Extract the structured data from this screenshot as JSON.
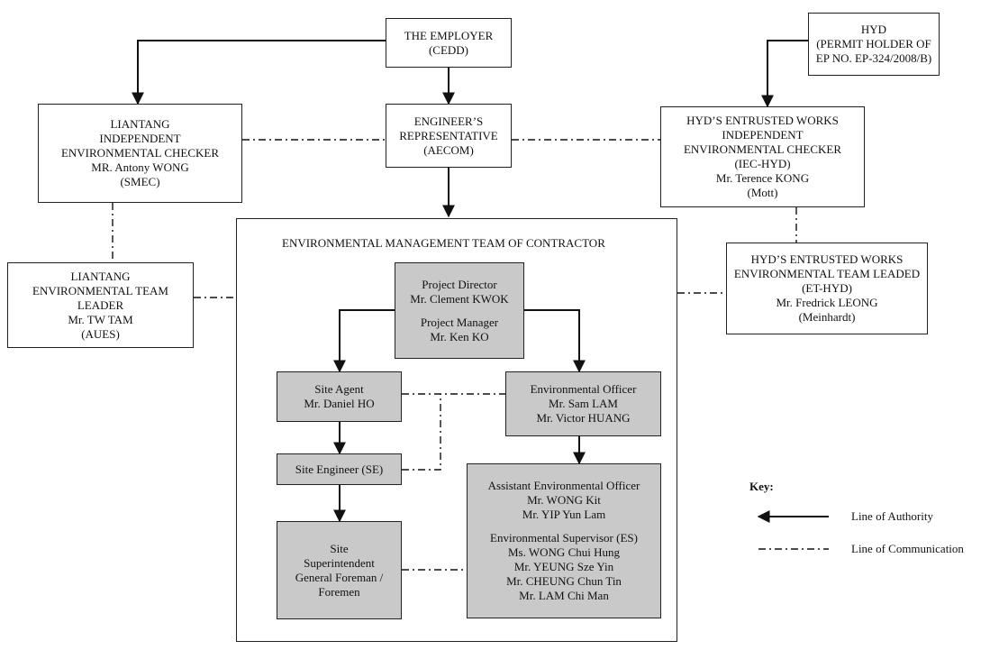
{
  "employer": {
    "line1": "THE EMPLOYER",
    "line2": "(CEDD)"
  },
  "hyd": {
    "line1": "HYD",
    "line2": "(PERMIT HOLDER OF",
    "line3": "EP NO. EP-324/2008/B)"
  },
  "liantang_iec": {
    "line1": "LIANTANG",
    "line2": "INDEPENDENT",
    "line3": "ENVIRONMENTAL CHECKER",
    "line4": "MR. Antony WONG",
    "line5": "(SMEC)"
  },
  "engineer_rep": {
    "line1": "ENGINEER’S",
    "line2": "REPRESENTATIVE",
    "line3": "(AECOM)"
  },
  "hyd_iec": {
    "line1": "HYD’S ENTRUSTED WORKS",
    "line2": "INDEPENDENT",
    "line3": "ENVIRONMENTAL CHECKER",
    "line4": "(IEC-HYD)",
    "line5": "Mr. Terence KONG",
    "line6": "(Mott)"
  },
  "liantang_et": {
    "line1": "LIANTANG",
    "line2": "ENVIRONMENTAL TEAM",
    "line3": "LEADER",
    "line4": "Mr. TW TAM",
    "line5": "(AUES)"
  },
  "hyd_et": {
    "line1": "HYD’S ENTRUSTED WORKS",
    "line2": "ENVIRONMENTAL TEAM LEADED",
    "line3": "(ET-HYD)",
    "line4": "Mr. Fredrick LEONG",
    "line5": "(Meinhardt)"
  },
  "emt": {
    "title": "ENVIRONMENTAL MANAGEMENT TEAM OF CONTRACTOR",
    "project_director": {
      "line1": "Project Director",
      "line2": "Mr. Clement KWOK",
      "line3": "Project Manager",
      "line4": "Mr. Ken KO"
    },
    "site_agent": {
      "line1": "Site Agent",
      "line2": "Mr. Daniel HO"
    },
    "env_officer": {
      "line1": "Environmental Officer",
      "line2": "Mr. Sam LAM",
      "line3": "Mr. Victor HUANG"
    },
    "site_engineer": {
      "line1": "Site Engineer (SE)"
    },
    "site_superintendent": {
      "line1": "Site",
      "line2": "Superintendent",
      "line3": "General Foreman /",
      "line4": "Foremen"
    },
    "asst_env_officer": {
      "line1": "Assistant Environmental Officer",
      "line2": "Mr. WONG Kit",
      "line3": "Mr. YIP Yun Lam",
      "line4": "Environmental Supervisor (ES)",
      "line5": "Ms. WONG Chui Hung",
      "line6": "Mr. YEUNG Sze Yin",
      "line7": "Mr. CHEUNG Chun Tin",
      "line8": "Mr. LAM Chi Man"
    }
  },
  "key": {
    "title": "Key:",
    "authority": "Line of Authority",
    "communication": "Line of Communication"
  },
  "colors": {
    "line": "#111111",
    "grey_box": "#c9c9c9"
  }
}
